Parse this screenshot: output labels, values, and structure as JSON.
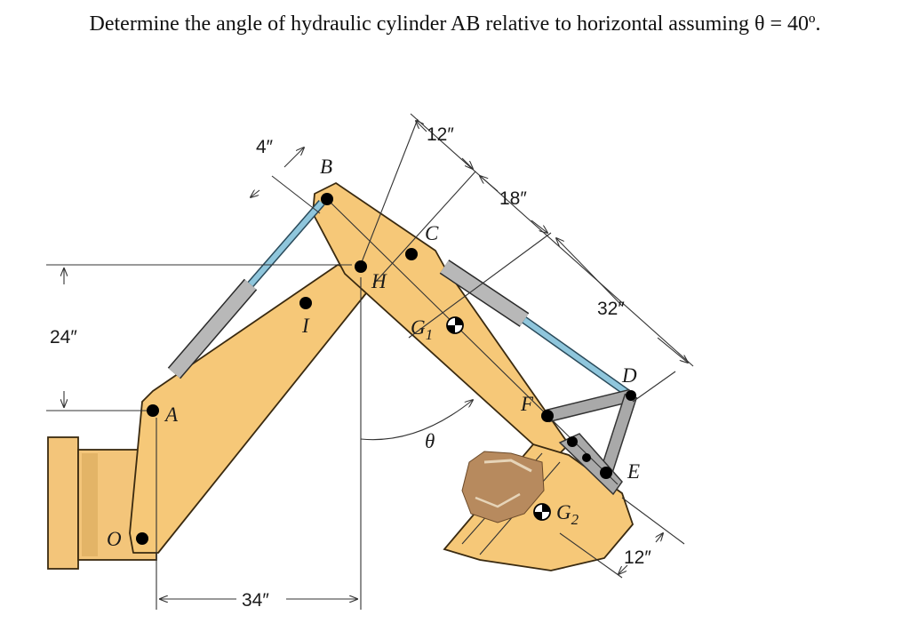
{
  "question": "Determine the angle of hydraulic cylinder AB relative to horizontal assuming θ = 40º.",
  "points": {
    "B": "B",
    "C": "C",
    "H": "H",
    "I": "I",
    "A": "A",
    "O": "O",
    "F": "F",
    "D": "D",
    "E": "E",
    "G1": "G",
    "G1_sub": "1",
    "G2": "G",
    "G2_sub": "2",
    "theta": "θ"
  },
  "dimensions": {
    "d_4in": "4″",
    "d_12in_top": "12″",
    "d_18in": "18″",
    "d_32in": "32″",
    "d_24in": "24″",
    "d_34in": "34″",
    "d_12in_bottom": "12″"
  },
  "colors": {
    "body": "#f6c878",
    "outline": "#3a2a10",
    "cylinder_rod": "#8fc6dc",
    "cylinder_barrel": "#b8b8b8",
    "link": "#a9a9a9"
  }
}
